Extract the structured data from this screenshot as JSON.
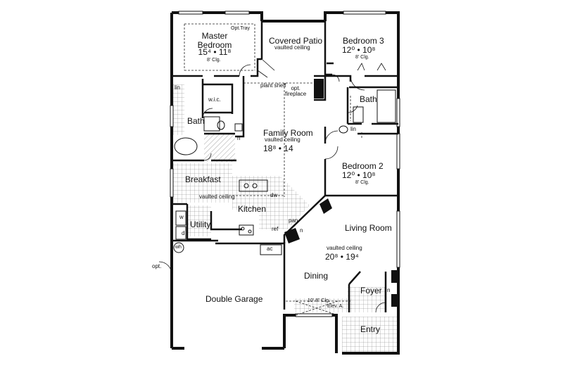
{
  "plan": {
    "rooms": {
      "master_bedroom": {
        "name_line1": "Master",
        "name_line2": "Bedroom",
        "dims": "15⁴  •  11⁸",
        "clg": "8' Clg.",
        "note": "Opt.Tray"
      },
      "covered_patio": {
        "name": "Covered Patio",
        "note": "vaulted ceiling"
      },
      "bedroom3": {
        "name": "Bedroom 3",
        "dims": "12⁰  •  10⁸",
        "clg": "8' Clg."
      },
      "bath_right": {
        "name": "Bath"
      },
      "lin_right": {
        "name": "lin"
      },
      "bedroom2": {
        "name": "Bedroom 2",
        "dims": "12⁰  •  10⁸",
        "clg": "8' Clg."
      },
      "family_room": {
        "name": "Family Room",
        "note": "vaulted ceiling",
        "dims": "18⁸  •  14"
      },
      "plant_shelf": {
        "name": "plant shelf"
      },
      "fireplace": {
        "name_line1": "opt.",
        "name_line2": "fireplace"
      },
      "wic": {
        "name": "w.i.c."
      },
      "lin_left": {
        "name": "lin"
      },
      "bath_master": {
        "name": "Bath"
      },
      "n_master": {
        "name": "n"
      },
      "breakfast": {
        "name": "Breakfast"
      },
      "kitchen": {
        "name": "Kitchen",
        "note": "vaulted ceiling"
      },
      "dw": {
        "name": "dw"
      },
      "pan": {
        "name": "pan"
      },
      "n_kitchen": {
        "name": "n"
      },
      "ref": {
        "name": "ref"
      },
      "utility": {
        "name": "Utility"
      },
      "washer": {
        "name": "w"
      },
      "dryer": {
        "name": "d"
      },
      "wh": {
        "name": "wh"
      },
      "ac": {
        "name": "ac"
      },
      "living_room": {
        "name": "Living Room",
        "note": "vaulted ceiling",
        "dims": "20⁸  •  19⁴"
      },
      "dining": {
        "name": "Dining"
      },
      "foyer": {
        "name": "Foyer"
      },
      "n_foyer": {
        "name": "n"
      },
      "clg_10": {
        "name": "10' 8\" Clg."
      },
      "elev": {
        "name": "Elev. A."
      },
      "entry": {
        "name": "Entry"
      },
      "double_garage": {
        "name": "Double Garage"
      },
      "opt_garage": {
        "name": "opt."
      }
    }
  }
}
